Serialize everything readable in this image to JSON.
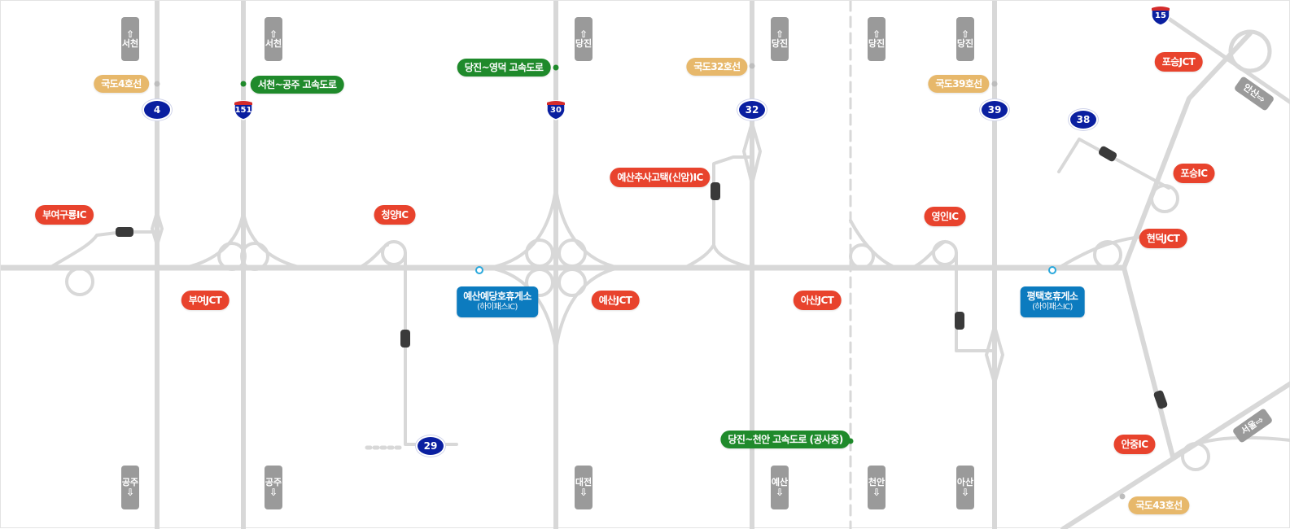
{
  "labels": {
    "jct": {
      "buyeo": "부여JCT",
      "yesan": "예산JCT",
      "asan": "아산JCT",
      "poseung": "포승JCT",
      "hyeondeok": "현덕JCT"
    },
    "ic": {
      "buyeo_guryong": "부여구룡IC",
      "cheongyang": "청양IC",
      "yesan_sinam": "예산추사고택(신암)IC",
      "yeongin": "영인IC",
      "poseung": "포승IC",
      "anjung": "안중IC"
    },
    "rest": {
      "yesan_name": "예산예당호휴게소",
      "yesan_sub": "(하이패스IC)",
      "pyeongtaek_name": "평택호휴게소",
      "pyeongtaek_sub": "(하이패스IC)"
    },
    "expressway": {
      "seocheon_gongju": "서천~공주 고속도로",
      "dangjin_yeongdeok": "당진~영덕 고속도로",
      "dangjin_cheonan": "당진~천안 고속도로 (공사중)"
    },
    "national": {
      "r4": "국도4호선",
      "r32": "국도32호선",
      "r39": "국도39호선",
      "r43": "국도43호선"
    }
  },
  "shields": {
    "n4": "4",
    "n32": "32",
    "n39": "39",
    "n38": "38",
    "n29": "29",
    "i151": "151",
    "i30": "30",
    "i15": "15"
  },
  "directions": {
    "top": [
      "서천",
      "서천",
      "당진",
      "당진",
      "당진",
      "당진"
    ],
    "bottom": [
      "공주",
      "공주",
      "대전",
      "예산",
      "천안",
      "아산"
    ],
    "diag_ansan": "안산",
    "diag_seoul": "서울"
  },
  "colors": {
    "road": "#d8d8d8",
    "jct": "#e8432d",
    "expressway_label": "#1f8a2b",
    "national_label": "#e7b86b",
    "rest_area": "#0c7bbf",
    "national_shield": "#0a1fa0",
    "interstate_red": "#d42b2b"
  }
}
